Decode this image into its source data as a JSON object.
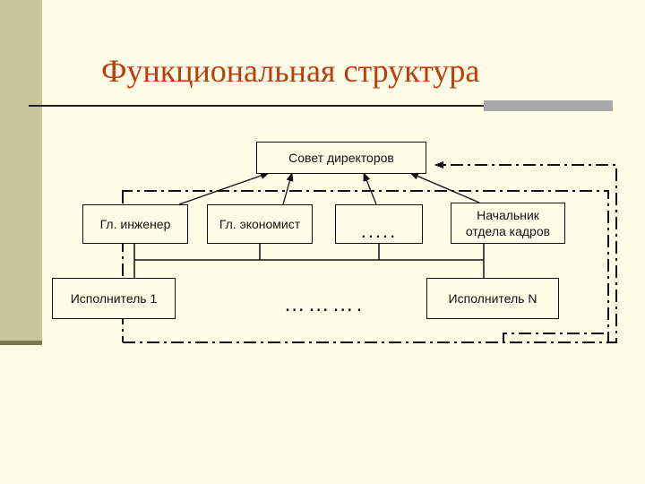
{
  "slide": {
    "title": "Функциональная структура"
  },
  "diagram": {
    "board": "Совет директоров",
    "chief_engineer": "Гл. инженер",
    "chief_economist": "Гл. экономист",
    "middle_placeholder": ".....",
    "hr_head_line1": "Начальник",
    "hr_head_line2": "отдела кадров",
    "executor_1": "Исполнитель 1",
    "executors_ellipsis": "……….",
    "executor_n": "Исполнитель N"
  },
  "colors": {
    "background": "#fffde6",
    "title": "#c03a0e",
    "sidebar": "#c8c59a"
  }
}
